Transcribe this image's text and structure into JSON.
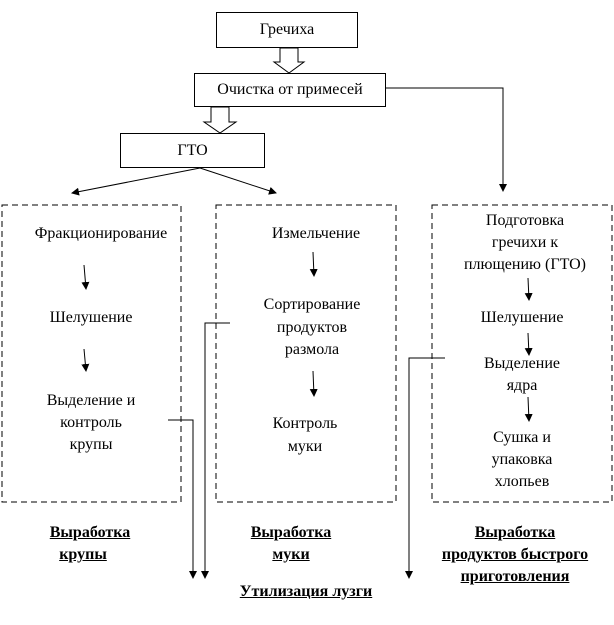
{
  "top": {
    "buckwheat": "Гречиха",
    "cleaning": "Очистка от примесей",
    "gto": "ГТО"
  },
  "groats": {
    "step1": "Фракционирование",
    "step2": "Шелушение",
    "step3_line1": "Выделение и",
    "step3_line2": "контроль",
    "step3_line3": "крупы",
    "caption_line1": "Выработка",
    "caption_line2": "крупы"
  },
  "flour": {
    "step1": "Измельчение",
    "step2_line1": "Сортирование",
    "step2_line2": "продуктов",
    "step2_line3": "размола",
    "step3_line1": "Контроль",
    "step3_line2": "муки",
    "caption_line1": "Выработка",
    "caption_line2": "муки"
  },
  "flakes": {
    "step1_line1": "Подготовка",
    "step1_line2": "гречихи к",
    "step1_line3": "плющению (ГТО)",
    "step2": "Шелушение",
    "step3_line1": "Выделение",
    "step3_line2": "ядра",
    "step4_line1": "Сушка и",
    "step4_line2": "упаковка",
    "step4_line3": "хлопьев",
    "caption_line1": "Выработка",
    "caption_line2": "продуктов быстрого",
    "caption_line3": "приготовления"
  },
  "husk": "Утилизация лузги"
}
